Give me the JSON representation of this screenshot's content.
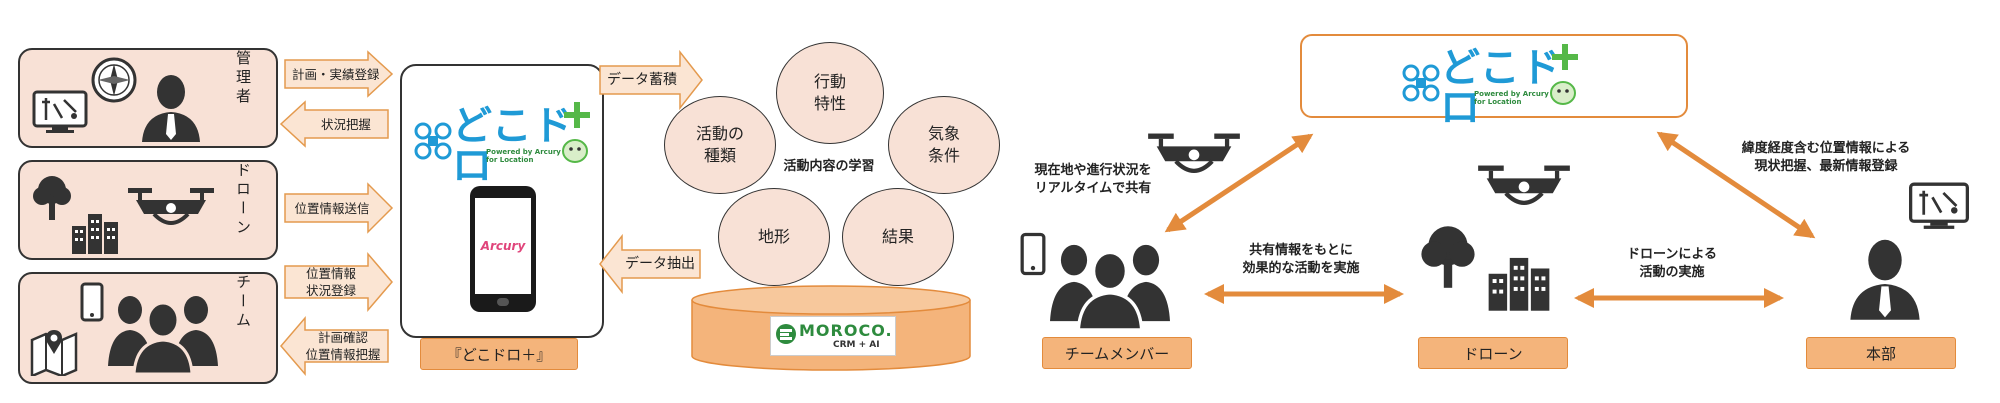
{
  "roles": {
    "manager": "管理者",
    "drone": "ドローン",
    "team": "チーム"
  },
  "left_arrows": {
    "plan_register": "計画・実績登録",
    "status_grasp": "状況把握",
    "position_send": "位置情報送信",
    "position_status_register": [
      "位置情報",
      "状況登録"
    ],
    "plan_confirm": [
      "計画確認",
      "位置情報把握"
    ]
  },
  "logo": {
    "main": "どこドロ",
    "sub_line1": "Powered by Arcury",
    "sub_line2": "for Location"
  },
  "phone_screen_text": "Arcury",
  "app_tag": "『どこドロ＋』",
  "data_arrows": {
    "accumulate": "データ蓄積",
    "extract": "データ抽出"
  },
  "circles": {
    "behavior": [
      "行動",
      "特性"
    ],
    "activity_type": [
      "活動の",
      "種類"
    ],
    "weather": [
      "気象",
      "条件"
    ],
    "terrain": "地形",
    "result": "結果"
  },
  "learning_label": "活動内容の学習",
  "moroco": {
    "name": "MOROCO.",
    "sub": "CRM + AI"
  },
  "right": {
    "realtime_share": [
      "現在地や進行状況を",
      "リアルタイムで共有"
    ],
    "location_register": [
      "緯度経度含む位置情報による",
      "現状把握、最新情報登録"
    ],
    "shared_activity": [
      "共有情報をもとに",
      "効果的な活動を実施"
    ],
    "drone_activity": [
      "ドローンによる",
      "活動の実施"
    ],
    "tags": {
      "team_member": "チームメンバー",
      "drone": "ドローン",
      "hq": "本部"
    }
  },
  "colors": {
    "orange": "#e38b3c",
    "peach": "#f8e1d6",
    "tag_fill": "#f4b47b",
    "logo_blue": "#1f9ad6",
    "logo_green": "#55b848"
  }
}
